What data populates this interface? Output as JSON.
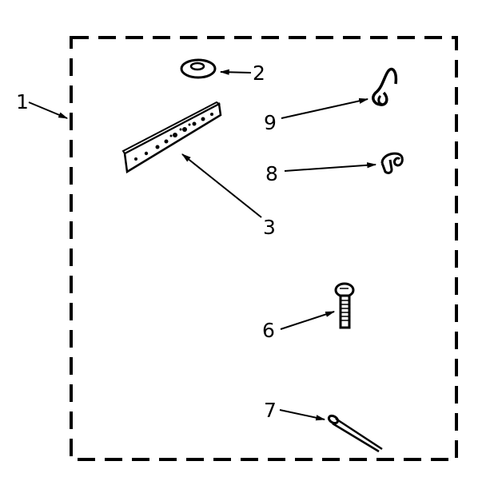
{
  "diagram": {
    "type": "exploded parts kit diagram",
    "border_style": "dashed",
    "ink_color": "#000000",
    "background_color": "#ffffff"
  },
  "callouts": [
    {
      "id": "1",
      "label": "1",
      "part": "kit-box"
    },
    {
      "id": "2",
      "label": "2",
      "part": "washer"
    },
    {
      "id": "3",
      "label": "3",
      "part": "perforated-strap"
    },
    {
      "id": "6",
      "label": "6",
      "part": "screw"
    },
    {
      "id": "7",
      "label": "7",
      "part": "cotter-pin"
    },
    {
      "id": "8",
      "label": "8",
      "part": "clip"
    },
    {
      "id": "9",
      "label": "9",
      "part": "hook-clip"
    }
  ]
}
